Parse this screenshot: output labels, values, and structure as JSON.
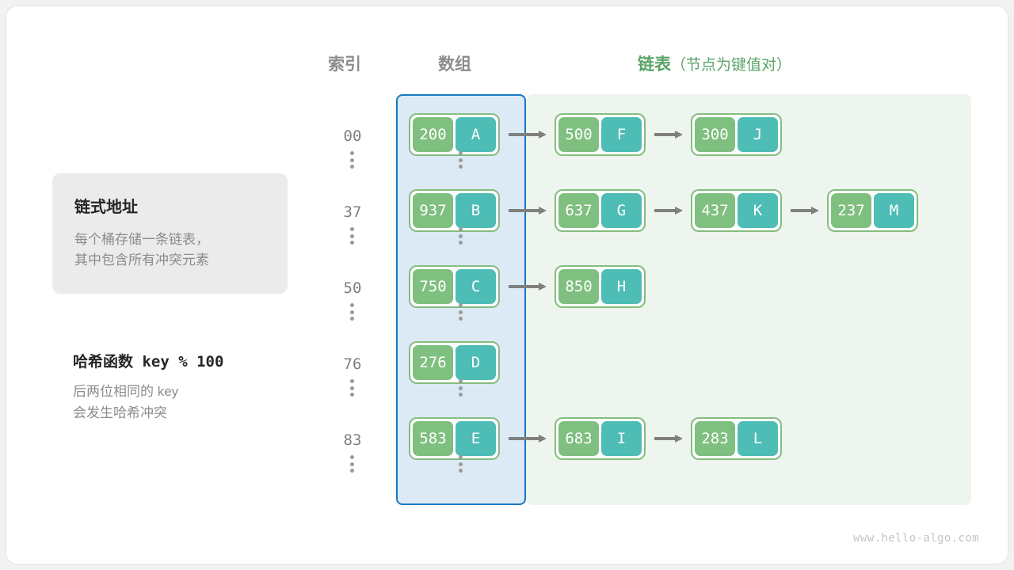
{
  "headers": {
    "index": "索引",
    "array": "数组",
    "list_main": "链表",
    "list_sub": "（节点为键值对）"
  },
  "note": {
    "title": "链式地址",
    "line1": "每个桶存储一条链表，",
    "line2": "其中包含所有冲突元素"
  },
  "hash": {
    "title": "哈希函数 key % 100",
    "line1": "后两位相同的 key",
    "line2": "会发生哈希冲突"
  },
  "watermark": "www.hello-algo.com",
  "colors": {
    "array_region_fill": "#dceaf6",
    "array_region_border": "#1678c2",
    "list_region_fill": "#edf5ee",
    "node_border": "#84bd7f",
    "key_cell": "#7fbf7f",
    "value_cell": "#4dbdb5",
    "arrow": "#808080",
    "header_gray": "#8c8c8c",
    "header_green": "#5aa469"
  },
  "rows": [
    {
      "index": "00",
      "bucket": {
        "key": "200",
        "value": "A"
      },
      "chain": [
        {
          "key": "500",
          "value": "F"
        },
        {
          "key": "300",
          "value": "J"
        }
      ]
    },
    {
      "index": "37",
      "bucket": {
        "key": "937",
        "value": "B"
      },
      "chain": [
        {
          "key": "637",
          "value": "G"
        },
        {
          "key": "437",
          "value": "K"
        },
        {
          "key": "237",
          "value": "M"
        }
      ]
    },
    {
      "index": "50",
      "bucket": {
        "key": "750",
        "value": "C"
      },
      "chain": [
        {
          "key": "850",
          "value": "H"
        }
      ]
    },
    {
      "index": "76",
      "bucket": {
        "key": "276",
        "value": "D"
      },
      "chain": []
    },
    {
      "index": "83",
      "bucket": {
        "key": "583",
        "value": "E"
      },
      "chain": [
        {
          "key": "683",
          "value": "I"
        },
        {
          "key": "283",
          "value": "L"
        }
      ]
    }
  ],
  "ellipsis_rows": 5
}
